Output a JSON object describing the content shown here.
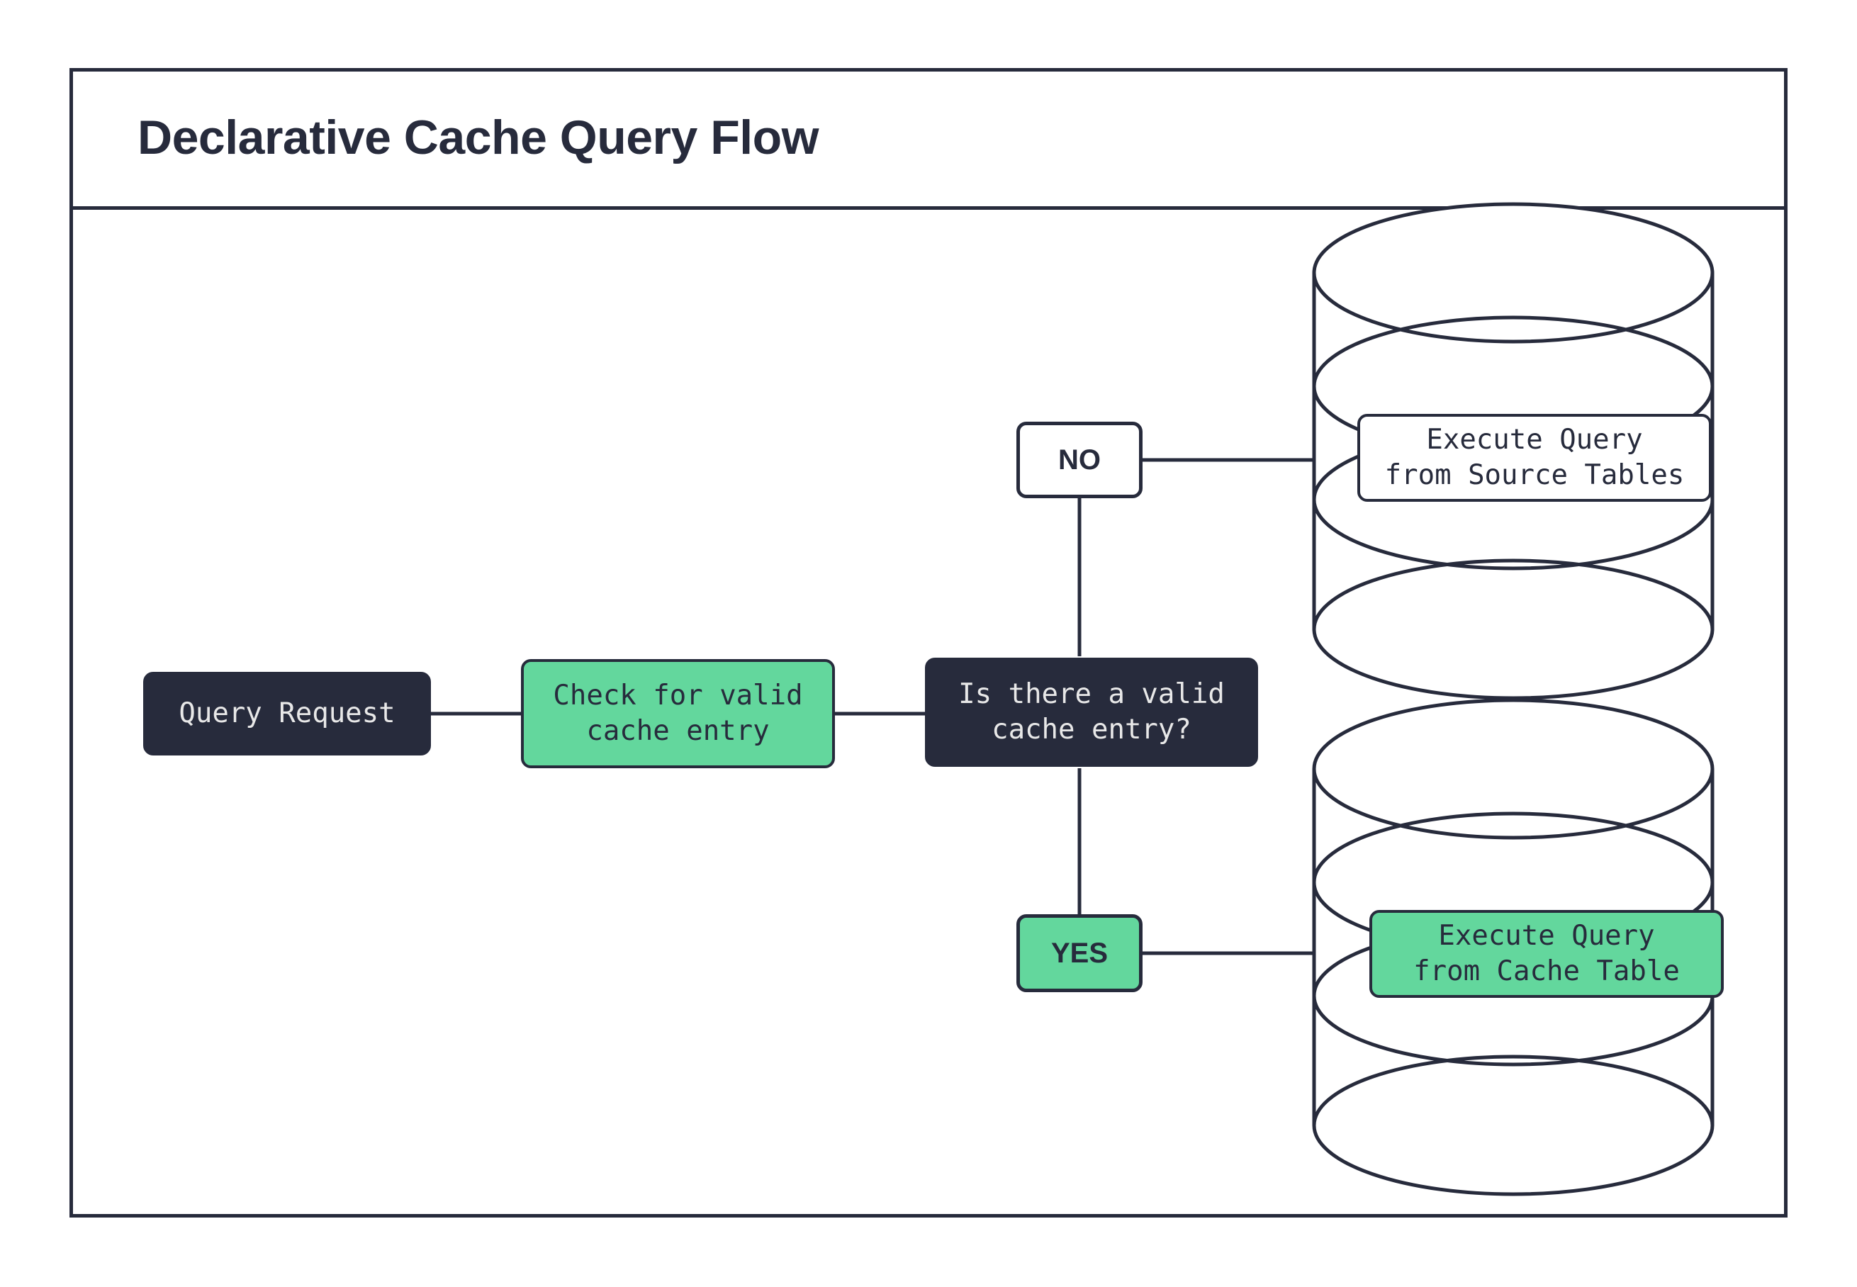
{
  "diagram": {
    "title": "Declarative Cache Query Flow",
    "type": "flowchart",
    "colors": {
      "stroke": "#272b3c",
      "dark_fill": "#272b3c",
      "dark_text": "#e8e8e8",
      "green_fill": "#63d79d",
      "white_fill": "#ffffff",
      "page_background": "#ffffff"
    },
    "nodes": [
      {
        "id": "query_request",
        "label": "Query Request",
        "shape": "rounded-rect",
        "style": "dark"
      },
      {
        "id": "check_cache",
        "label": "Check for valid\ncache entry",
        "shape": "rounded-rect",
        "style": "green"
      },
      {
        "id": "decision",
        "label": "Is there a valid\ncache entry?",
        "shape": "rounded-rect",
        "style": "dark"
      },
      {
        "id": "source_tables",
        "label": "Execute Query\nfrom Source Tables",
        "shape": "rounded-rect-in-cylinder",
        "style": "white"
      },
      {
        "id": "cache_table",
        "label": "Execute Query\nfrom Cache Table",
        "shape": "rounded-rect-in-cylinder",
        "style": "green"
      }
    ],
    "branch_labels": [
      {
        "id": "branch_no",
        "label": "NO",
        "style": "white",
        "target": "source_tables"
      },
      {
        "id": "branch_yes",
        "label": "YES",
        "style": "green",
        "target": "cache_table"
      }
    ],
    "databases": [
      {
        "id": "source_db",
        "shape": "stacked-cylinder",
        "position": "top-right"
      },
      {
        "id": "cache_db",
        "shape": "stacked-cylinder",
        "position": "bottom-right"
      }
    ],
    "edges": [
      {
        "from": "query_request",
        "to": "check_cache"
      },
      {
        "from": "check_cache",
        "to": "decision"
      },
      {
        "from": "decision",
        "to": "branch_no",
        "direction": "up"
      },
      {
        "from": "decision",
        "to": "branch_yes",
        "direction": "down"
      },
      {
        "from": "branch_no",
        "to": "source_db"
      },
      {
        "from": "branch_yes",
        "to": "cache_db"
      }
    ]
  }
}
